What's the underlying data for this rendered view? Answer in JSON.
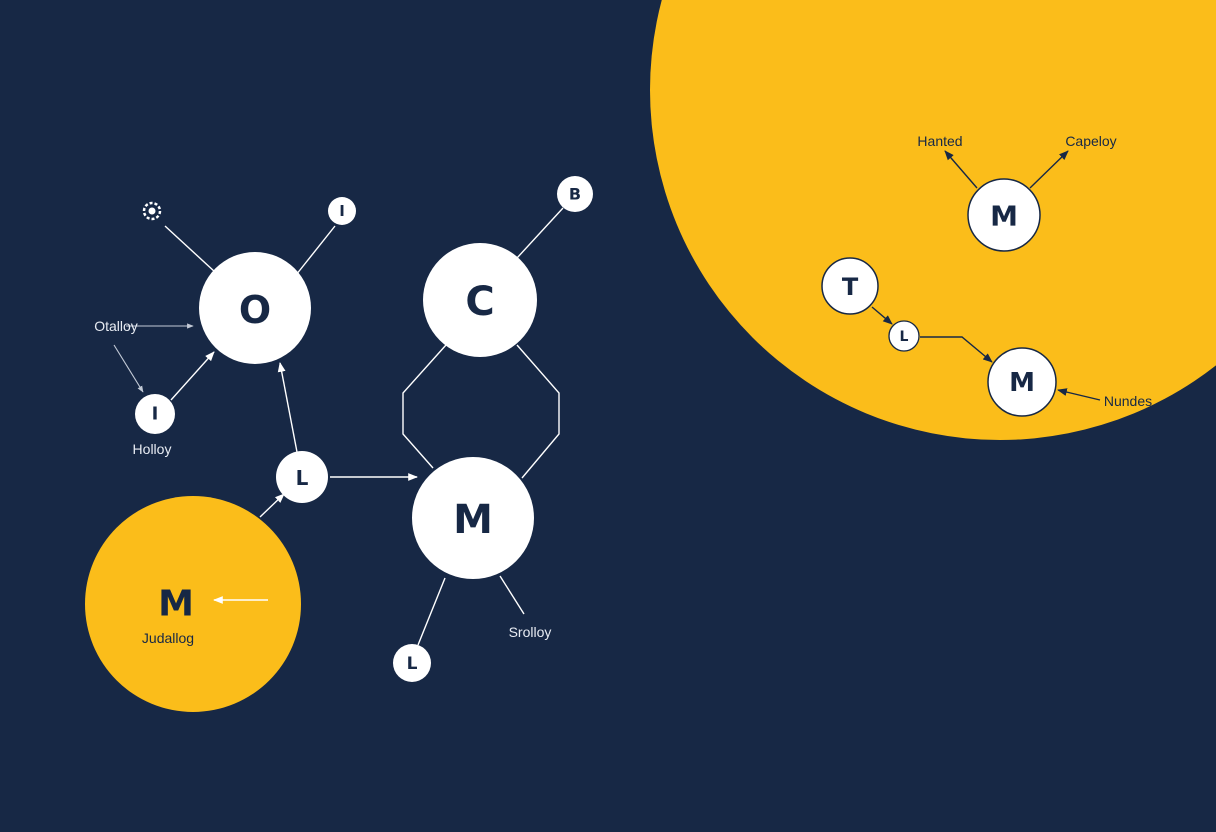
{
  "colors": {
    "background": "#172845",
    "accent": "#fbbd1a",
    "node_fill": "#ffffff",
    "text_dark": "#172845",
    "text_light": "#e8ecf3"
  },
  "nodes": {
    "o": "O",
    "c": "C",
    "m_center": "M",
    "l_center": "L",
    "l_bottom": "L",
    "i_top": "I",
    "i_left": "I",
    "b": "B",
    "m_left_circle": "M",
    "m_right_top": "M",
    "t": "T",
    "l_right": "L",
    "m_right_bottom": "M"
  },
  "labels": {
    "otalloy": "Otalloy",
    "holloy": "Holloy",
    "judallog": "Judallog",
    "srolloy": "Srolloy",
    "hanted": "Hanted",
    "capeloy": "Capeloy",
    "nundes": "Nundes"
  },
  "icons": {
    "top_left": "gear-icon"
  }
}
